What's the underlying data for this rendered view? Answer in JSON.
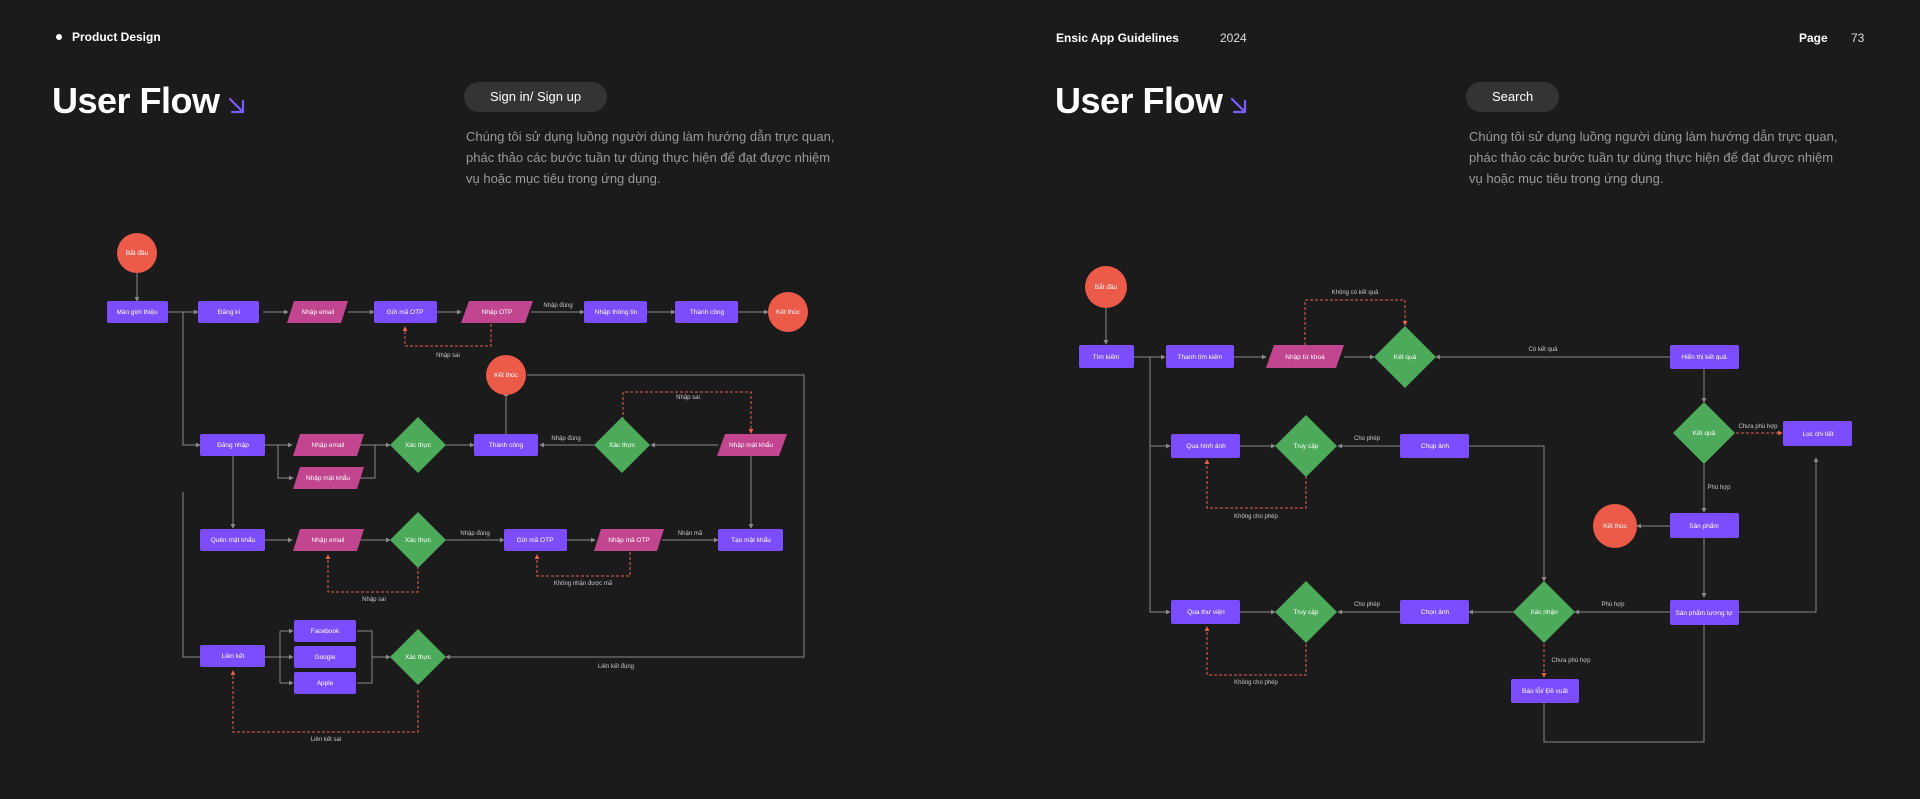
{
  "header": {
    "left_label": "Product Design",
    "guide_title": "Ensic App Guidelines",
    "year": "2024",
    "page_label": "Page",
    "page_number": "73"
  },
  "colors": {
    "background": "#1c1b1b",
    "process": "#7c4dff",
    "input": "#c2458f",
    "decision": "#4caa5a",
    "terminal": "#ec5a4a",
    "accent": "#7c5cff",
    "line": "#8a8a8a",
    "error_line": "#e8604c"
  },
  "icons": {
    "title_arrow": "arrow-down-right-icon"
  },
  "left_panel": {
    "title": "User Flow",
    "tag": "Sign in/ Sign up",
    "description": "Chúng tôi sử dụng luồng người dùng làm hướng dẫn trực quan, phác thảo các bước tuần tự dùng thực hiện để đạt được nhiệm vụ hoặc mục tiêu trong ứng dụng."
  },
  "right_panel": {
    "title": "User Flow",
    "tag": "Search",
    "description": "Chúng tôi sử dụng luồng người dùng làm hướng dẫn trực quan, phác thảo các bước tuần tự dùng thực hiện để đạt được nhiệm vụ hoặc mục tiêu trong ứng dụng."
  },
  "signin_diagram": {
    "nodes": {
      "start": "Bắt đầu",
      "intro": "Màn giới thiệu",
      "register": "Đăng kí",
      "enter_email_1": "Nhập email",
      "send_otp_1": "Gửi mã OTP",
      "enter_otp_1": "Nhập OTP",
      "enter_info": "Nhập thông tin",
      "success_1": "Thành công",
      "end_1": "Kết thúc",
      "end_2": "Kết thúc",
      "login": "Đăng nhập",
      "enter_email_2": "Nhập email",
      "enter_password": "Nhập mật khẩu",
      "verify_1": "Xác thực",
      "success_2": "Thành công",
      "verify_2": "Xác thực",
      "enter_password_2": "Nhập mật khẩu",
      "forgot_password": "Quên mật khẩu",
      "enter_email_3": "Nhập email",
      "verify_3": "Xác thực",
      "send_otp_2": "Gửi mã OTP",
      "enter_otp_2": "Nhập mã OTP",
      "create_password": "Tạo mật khẩu",
      "link": "Liên kết",
      "facebook": "Facebook",
      "google": "Google",
      "apple": "Apple",
      "verify_4": "Xác thực"
    },
    "labels": {
      "correct_input": "Nhập đúng",
      "wrong_input_1": "Nhập sai",
      "correct_input_2": "Nhập đúng",
      "wrong_input_2": "Nhập sai",
      "correct_input_3": "Nhập đúng",
      "wrong_input_3": "Nhập sai",
      "code_received": "Nhận mã",
      "code_not_received": "Không nhận được mã",
      "link_success": "Liên kết đúng",
      "link_fail": "Liên kết sai"
    }
  },
  "search_diagram": {
    "nodes": {
      "start": "Bắt đầu",
      "search": "Tìm kiếm",
      "search_bar": "Thanh tìm kiếm",
      "enter_keyword": "Nhập từ khoá",
      "result_1": "Kết quả",
      "show_result": "Hiển thị kết quả",
      "by_image": "Qua hình ảnh",
      "access_1": "Truy cập",
      "take_photo": "Chụp ảnh",
      "result_2": "Kết quả",
      "detail_filter": "Lọc chi tiết",
      "end": "Kết thúc",
      "product": "Sản phẩm",
      "by_library": "Qua thư viện",
      "access_2": "Truy cập",
      "choose_photo": "Chọn ảnh",
      "confirm": "Xác nhận",
      "similar_product": "Sản phẩm tương tự",
      "report": "Báo lỗi/ Đề xuất"
    },
    "labels": {
      "no_result": "Không có kết quả",
      "has_result": "Có kết quả",
      "allow_1": "Cho phép",
      "deny_1": "Không cho phép",
      "not_fit_1": "Chưa phù hợp",
      "fit_1": "Phù hợp",
      "allow_2": "Cho phép",
      "fit_2": "Phù hợp",
      "not_fit_2": "Chưa phù hợp",
      "deny_2": "Không cho phép"
    }
  }
}
